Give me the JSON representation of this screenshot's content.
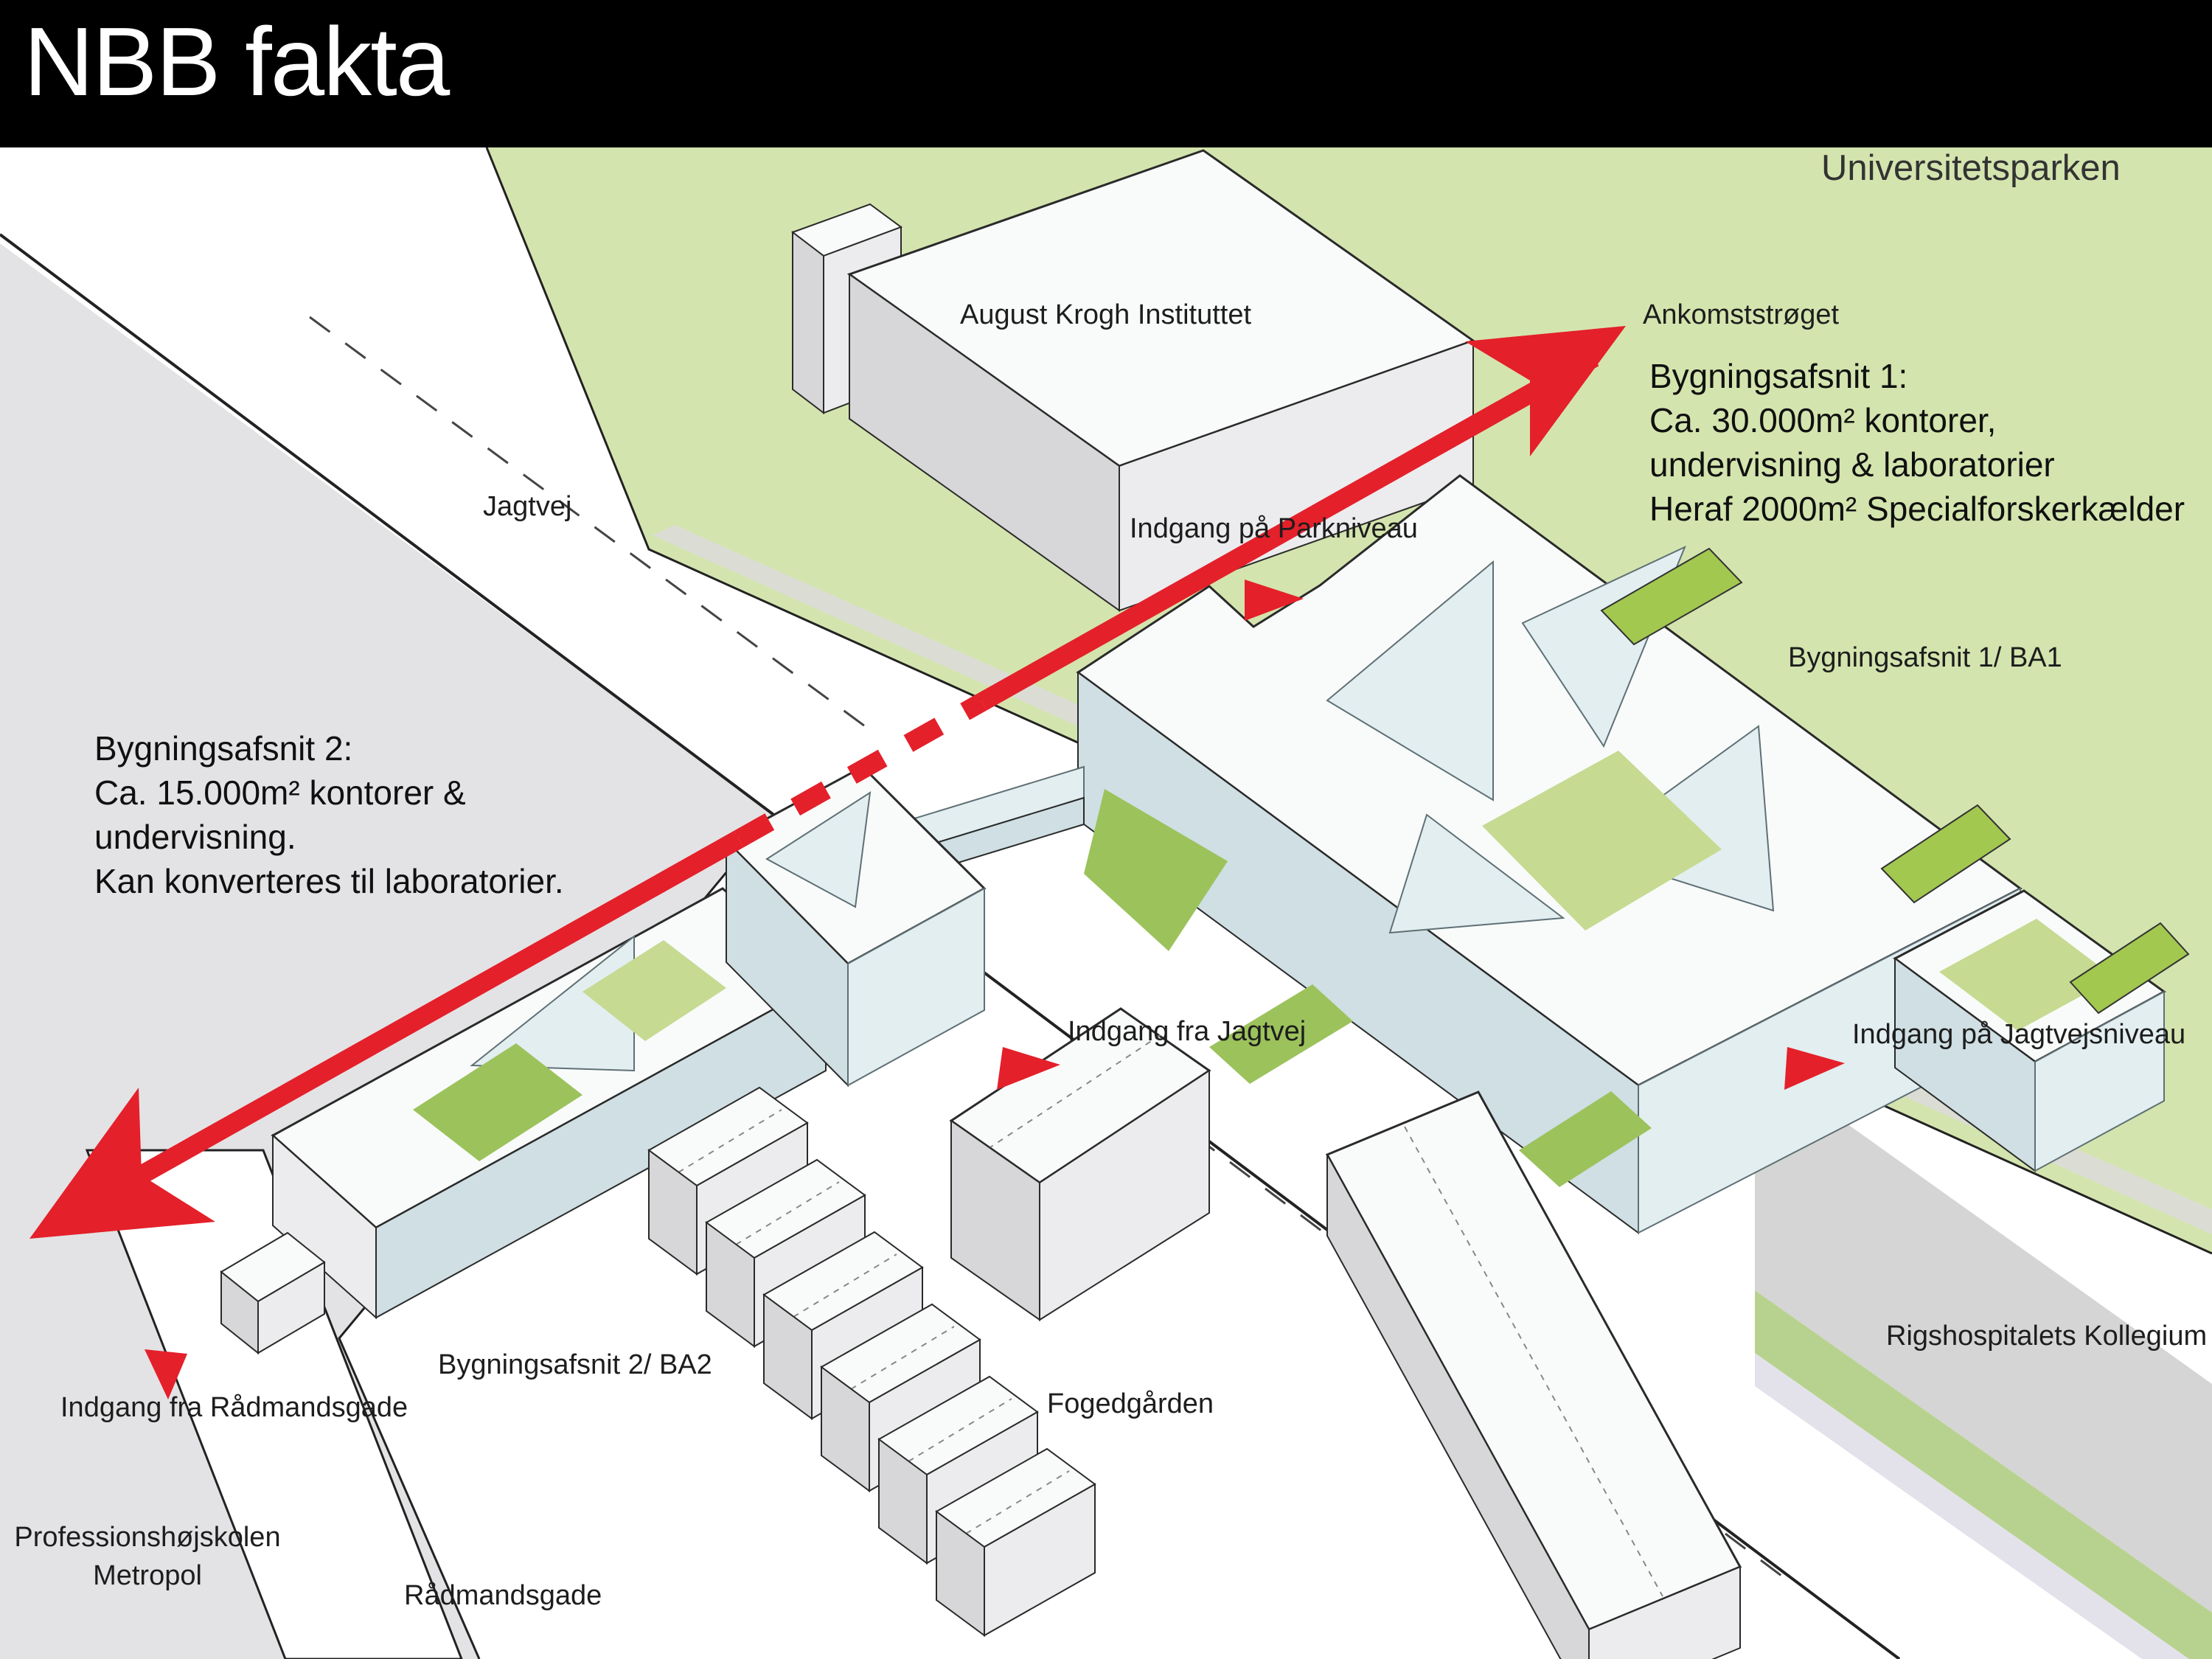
{
  "header": {
    "title": "NBB fakta"
  },
  "labels": {
    "universitetsparken": "Universitetsparken",
    "august_krogh": "August Krogh Instituttet",
    "ankomststroget": "Ankomststrøget",
    "jagtvej": "Jagtvej",
    "indgang_parkniveau": "Indgang på Parkniveau",
    "ba1": "Bygningsafsnit 1/ BA1",
    "indgang_jagtvej": "Indgang fra Jagtvej",
    "indgang_jagtvejsniveau": "Indgang på Jagtvejsniveau",
    "rigshospitalets": "Rigshospitalets Kollegium",
    "ba2": "Bygningsafsnit 2/ BA2",
    "fogedgaarden": "Fogedgården",
    "indgang_raadmandsgade": "Indgang fra Rådmandsgade",
    "metropol_line1": "Professionshøjskolen",
    "metropol_line2": "Metropol",
    "raadmandsgade": "Rådmandsgade"
  },
  "info_blocks": {
    "ba1": {
      "lines": [
        "Bygningsafsnit 1:",
        "Ca. 30.000m² kontorer,",
        "undervisning & laboratorier",
        "Heraf 2000m² Specialforskerkælder"
      ]
    },
    "ba2": {
      "lines": [
        "Bygningsafsnit 2:",
        "Ca. 15.000m² kontorer &",
        "undervisning.",
        "Kan konverteres til laboratorier."
      ]
    }
  },
  "colors": {
    "bar": "#000000",
    "park": "#d4e4ae",
    "sidewalk": "#dcdcdc",
    "zone": "#e3e3e5",
    "kgray": "#d5d5d5",
    "bgreen": "#b7d28e",
    "blav": "#e3e2eb",
    "roof": "#f9fbfa",
    "walld": "#d7d7d9",
    "walll": "#ececee",
    "glass": "#cfdfe3",
    "glassl": "#e2eef0",
    "patchl": "#c6da92",
    "patchm": "#9cc25c",
    "tab": "#a2c84f",
    "red": "#e4202a",
    "outline": "#2a2a2a"
  }
}
